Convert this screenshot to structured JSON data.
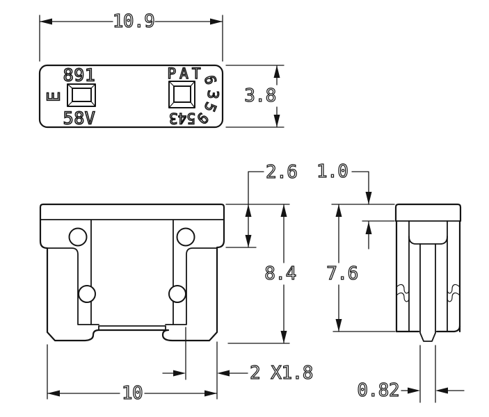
{
  "drawing": {
    "background_color": "#ffffff",
    "line_color": "#141414",
    "views": {
      "top": {
        "name": "top-view",
        "markings": {
          "code": "891",
          "rotated_letter": "E",
          "voltage": "58V",
          "patent_prefix": "PAT",
          "patent_arc_digits": [
            "6",
            "3",
            "5",
            "9"
          ],
          "patent_suffix_inverted": "543"
        }
      },
      "front": {
        "name": "front-view"
      },
      "side": {
        "name": "side-view"
      }
    },
    "dimensions": {
      "top_width": "10.9",
      "top_height": "3.8",
      "shoulder_depth": "2.6",
      "cap_step": "1.0",
      "overall_height": "8.4",
      "side_height": "7.6",
      "leg_span": "10",
      "terminal_width": "2 X1.8",
      "pin_width": "0.82"
    }
  }
}
